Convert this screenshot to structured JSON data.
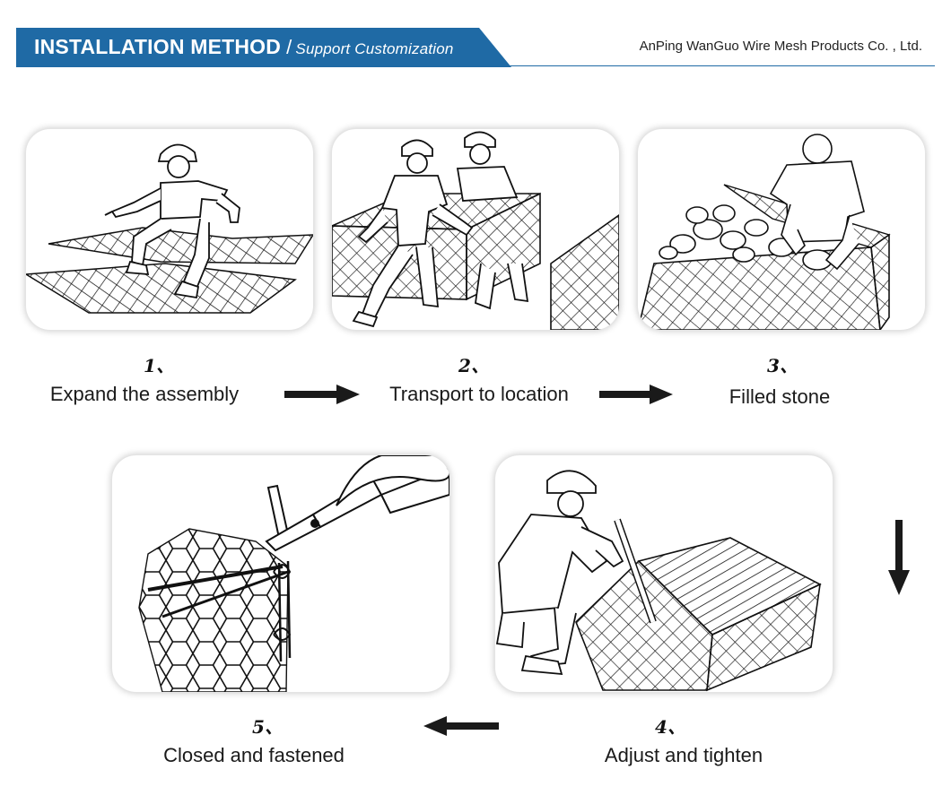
{
  "header": {
    "title": "INSTALLATION METHOD",
    "separator": "/",
    "subtitle": "Support Customization",
    "company": "AnPing WanGuo Wire Mesh Products Co. , Ltd.",
    "accent_color": "#1f6aa5"
  },
  "steps": [
    {
      "number": "1、",
      "label": "Expand the assembly",
      "illustration": "worker-spreading-mesh"
    },
    {
      "number": "2、",
      "label": "Transport to location",
      "illustration": "two-workers-carrying-gabion"
    },
    {
      "number": "3、",
      "label": "Filled stone",
      "illustration": "worker-filling-stones"
    },
    {
      "number": "4、",
      "label": "Adjust and tighten",
      "illustration": "worker-tightening-box"
    },
    {
      "number": "5、",
      "label": "Closed and fastened",
      "illustration": "pliers-fastening-hexagonal-mesh"
    }
  ],
  "arrows": [
    "arrow-right-icon",
    "arrow-right-icon",
    "arrow-down-icon",
    "arrow-left-icon"
  ]
}
